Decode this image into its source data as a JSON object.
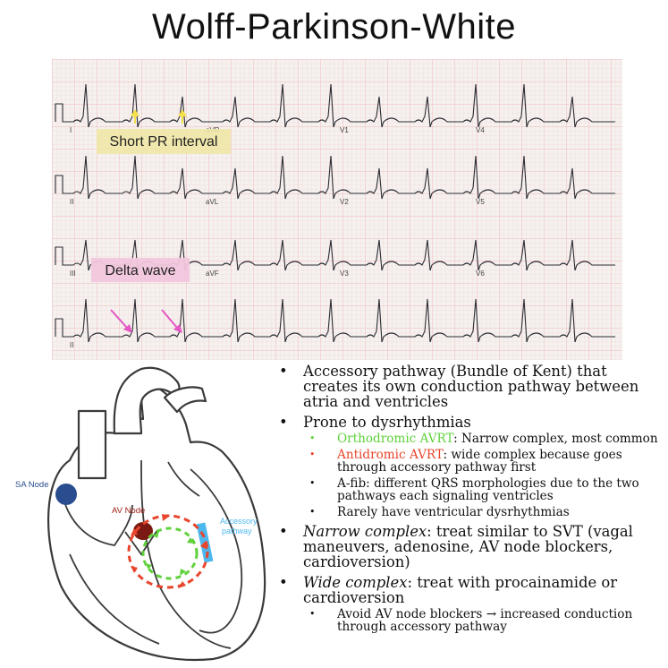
{
  "title": "Wolff-Parkinson-White",
  "ecg": {
    "leads": [
      "I",
      "aVR",
      "V1",
      "V4",
      "II",
      "aVL",
      "V2",
      "V5",
      "III",
      "aVF",
      "V3",
      "V6",
      "II"
    ],
    "annotations": {
      "short_pr": "Short PR interval",
      "delta_wave": "Delta wave"
    },
    "colors": {
      "paper": "#f4f1ee",
      "grid": "#f2b9bf",
      "trace": "#2b2b33",
      "pr_highlight": "#efe7a6",
      "delta_highlight": "#f1c6dc",
      "pr_arrow": "#f4e04a",
      "delta_arrow": "#e457c4"
    }
  },
  "heart": {
    "labels": {
      "sa_node": "SA Node",
      "av_node": "AV Node",
      "accessory": "Accessory pathway"
    },
    "colors": {
      "sa_node": "#2a4d8f",
      "av_node": "#7a1a12",
      "accessory": "#4db8ee",
      "ring_red": "#e8452c",
      "ring_green": "#5fd13b"
    }
  },
  "bullets": [
    {
      "text": "Accessory pathway (Bundle of Kent) that creates its own conduction pathway between atria and ventricles"
    },
    {
      "text": "Prone to dysrhythmias",
      "sub": [
        {
          "term": "Orthodromic AVRT",
          "rest": ": Narrow complex, most common",
          "color": "green"
        },
        {
          "term": "Antidromic AVRT",
          "rest": ": wide complex because goes through accessory pathway first",
          "color": "red"
        },
        {
          "term": "",
          "rest": "A-fib: different QRS morphologies due to the two pathways each signaling ventricles",
          "color": ""
        },
        {
          "term": "",
          "rest": "Rarely have ventricular dysrhythmias",
          "color": ""
        }
      ]
    },
    {
      "term": "Narrow complex",
      "text": ": treat similar to SVT (vagal maneuvers, adenosine, AV node blockers, cardioversion)"
    },
    {
      "term": "Wide complex",
      "text": ": treat with procainamide or cardioversion",
      "sub": [
        {
          "term": "",
          "rest": "Avoid AV node blockers → increased conduction through accessory pathway",
          "color": ""
        }
      ]
    }
  ],
  "bullet_glyph": "•"
}
